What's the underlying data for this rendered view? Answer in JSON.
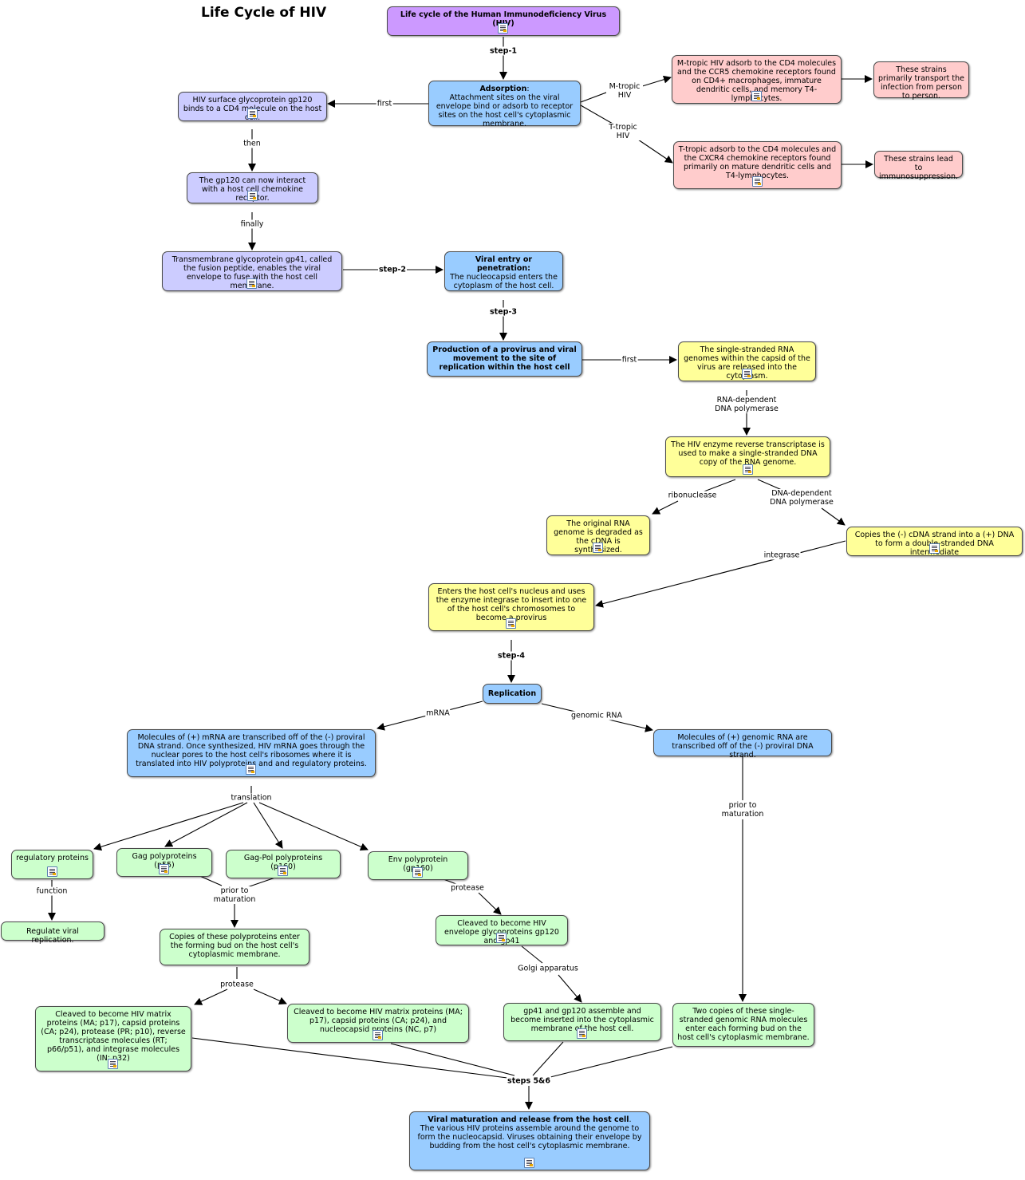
{
  "title": "Life Cycle of HIV",
  "nodes": {
    "lifecycle": "Life cycle of the Human Immunodeficiency Virus (HIV)",
    "adsorption_title": "Adsorption",
    "adsorption_text": "Attachment sites on the viral envelope bind or adsorb to receptor sites on the host cell's cytoplasmic membrane.",
    "gp120_binds": "HIV surface glycoprotein gp120 binds to a CD4 molecule on the host cell.",
    "gp120_interact": "The gp120 can now interact with a host cell chemokine receptor.",
    "gp41": "Transmembrane glycoprotein gp41, called the fusion peptide, enables the viral envelope to fuse with the host cell membrane.",
    "mtropic": "M-tropic HIV adsorb to the CD4 molecules and the CCR5 chemokine receptors found on CD4+ macrophages, immature dendritic cells, and memory T4-lymphocytes.",
    "mtropic_result": "These strains primarily transport the infection from person to person.",
    "ttropic": "T-tropic adsorb to the CD4 molecules and the CXCR4 chemokine receptors found primarily on mature dendritic cells and T4-lymphocytes.",
    "ttropic_result": "These strains lead to immunosuppression.",
    "entry_title": "Viral entry or penetration:",
    "entry_text": "The nucleocapsid enters the cytoplasm of the host cell.",
    "provirus": "Production of a provirus and viral movement to the site of replication within the host cell",
    "ssrna": "The single-stranded RNA genomes within the capsid of the virus are released into the cytoplasm.",
    "rt": "The HIV enzyme reverse transcriptase is used to make a single-stranded DNA copy of the RNA genome.",
    "rna_degraded": "The original RNA genome is degraded as the cDNA is synthesized.",
    "copies_cdna": "Copies the (-) cDNA strand into a (+) DNA to form a double-stranded DNA intermediate",
    "nucleus": "Enters the host cell's nucleus and uses the enzyme integrase to insert into one of the host cell's chromosomes to become a provirus",
    "replication": "Replication",
    "mrna_mol": "Molecules of (+) mRNA are transcribed off of the (-) proviral DNA strand.  Once synthesized, HIV mRNA goes through the nuclear pores to the host cell's ribosomes where it is translated into HIV polyproteins and and regulatory proteins.",
    "genomic_mol": "Molecules of (+) genomic RNA are transcribed off of the  (-) proviral DNA strand.",
    "regulatory": "regulatory proteins",
    "regulate": "Regulate viral replication.",
    "gag": "Gag polyproteins (p55)",
    "gagpol": "Gag-Pol polyproteins (p160)",
    "env": "Env polyprotein (gp160)",
    "copies_bud": "Copies of these polyproteins enter the forming bud on the host cell's cytoplasmic membrane.",
    "cleaved_env": "Cleaved to become HIV envelope glycoproteins gp120 and gp41",
    "cleaved_full": "Cleaved to become HIV matrix proteins (MA; p17), capsid proteins (CA; p24), protease (PR; p10), reverse transcriptase molecules (RT; p66/p51), and integrase molecules (IN; p32)",
    "cleaved_short": "Cleaved to become HIV matrix proteins (MA; p17), capsid proteins (CA; p24), and nucleocapsid proteins (NC, p7)",
    "assemble": "gp41 and gp120 assemble and become inserted into the cytoplasmic membrane of the host cell.",
    "two_copies": "Two copies of these single-stranded genomic RNA molecules enter each forming bud on the host cell's cytoplasmic membrane.",
    "maturation_title": "Viral maturation and release from the host cell",
    "maturation_text": "The various HIV proteins assemble around the genome to form the nucleocapsid. Viruses obtaining their envelope by budding from the host cell's cytoplasmic membrane."
  },
  "links": {
    "step1": "step-1",
    "first_a": "first",
    "then": "then",
    "finally": "finally",
    "mtropic": "M-tropic HIV",
    "ttropic": "T-tropic HIV",
    "step2": "step-2",
    "step3": "step-3",
    "first_b": "first",
    "rna_dep": "RNA-dependent DNA polymerase",
    "ribonuclease": "ribonuclease",
    "dna_dep": "DNA-dependent DNA polymerase",
    "integrase": "integrase",
    "step4": "step-4",
    "mrna": "mRNA",
    "genomic": "genomic RNA",
    "translation": "translation",
    "prior_a": "prior to maturation",
    "function": "function",
    "prior_b": "prior to maturation",
    "protease_a": "protease",
    "protease_b": "protease",
    "golgi": "Golgi apparatus",
    "steps56": "steps 5&6"
  },
  "colors": {
    "purple": "#cc99ff",
    "blue": "#99ccff",
    "lavender": "#ccccff",
    "pink": "#ffcccc",
    "yellow": "#ffff99",
    "green": "#ccffcc",
    "line": "#000000"
  }
}
